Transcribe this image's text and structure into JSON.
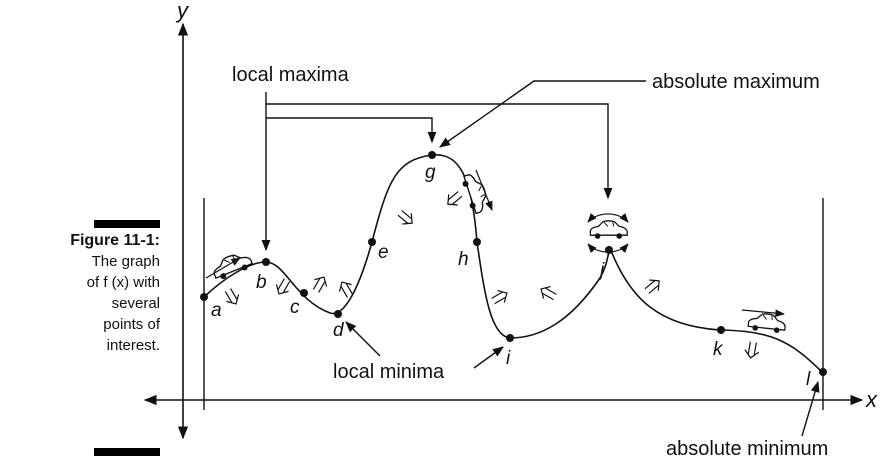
{
  "caption": {
    "title": "Figure 11-1:",
    "line1": "The graph",
    "line2": "of f (x) with",
    "line3": "several",
    "line4": "points of",
    "line5": "interest."
  },
  "axes": {
    "x_label": "x",
    "y_label": "y"
  },
  "annotations": {
    "local_maxima": "local maxima",
    "absolute_maximum": "absolute maximum",
    "local_minima": "local minima",
    "absolute_minimum": "absolute minimum"
  },
  "points": [
    "a",
    "b",
    "c",
    "d",
    "e",
    "g",
    "h",
    "i",
    "j",
    "k",
    "l"
  ],
  "icons": [
    "car-icon",
    "rotation-arrows-icon",
    "direction-arrow-icon"
  ],
  "colors": {
    "ink": "#111111",
    "background": "#ffffff"
  }
}
